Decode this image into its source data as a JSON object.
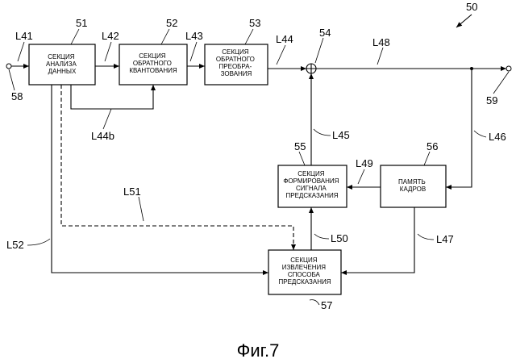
{
  "figure": {
    "number": "50",
    "caption": "Фиг.7"
  },
  "blocks": {
    "b51": {
      "ref": "51",
      "lines": [
        "СЕКЦИЯ",
        "АНАЛИЗА",
        "ДАННЫХ"
      ]
    },
    "b52": {
      "ref": "52",
      "lines": [
        "СЕКЦИЯ",
        "ОБРАТНОГО",
        "КВАНТОВАНИЯ"
      ]
    },
    "b53": {
      "ref": "53",
      "lines": [
        "СЕКЦИЯ",
        "ОБРАТНОГО",
        "ПРЕОБРА-",
        "ЗОВАНИЯ"
      ]
    },
    "b55": {
      "ref": "55",
      "lines": [
        "СЕКЦИЯ",
        "ФОРМИРОВАНИЯ",
        "СИГНАЛА",
        "ПРЕДСКАЗАНИЯ"
      ]
    },
    "b56": {
      "ref": "56",
      "lines": [
        "ПАМЯТЬ",
        "КАДРОВ"
      ]
    },
    "b57": {
      "ref": "57",
      "lines": [
        "СЕКЦИЯ",
        "ИЗВЛЕЧЕНИЯ",
        "СПОСОБА",
        "ПРЕДСКАЗАНИЯ"
      ]
    }
  },
  "adder_ref": "54",
  "input_ref": "58",
  "output_ref": "59",
  "signals": {
    "L41": "L41",
    "L42": "L42",
    "L43": "L43",
    "L44": "L44",
    "L44b": "L44b",
    "L45": "L45",
    "L46": "L46",
    "L47": "L47",
    "L48": "L48",
    "L49": "L49",
    "L50": "L50",
    "L51": "L51",
    "L52": "L52"
  }
}
